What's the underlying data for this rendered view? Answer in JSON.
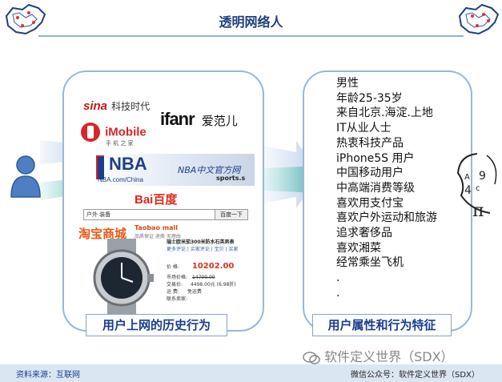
{
  "title": "透明网络人",
  "left_caption": "用户上网的历史行为",
  "right_caption": "用户属性和行为特征",
  "attributes": [
    "男性",
    "年龄25-35岁",
    "来自北京.海淀.上地",
    "IT从业人士",
    "热衷科技产品",
    "iPhone5S 用户",
    "中国移动用户",
    "中高端消费等级",
    "喜欢用支付宝",
    "喜欢户外运动和旅游",
    "追求奢侈品",
    "喜欢湘菜",
    "经常乘坐飞机",
    ".",
    "."
  ],
  "websites": {
    "sina_logo": "sina",
    "sina_text": "科技时代",
    "imobile_logo": "iMobile",
    "imobile_sub": "手 机 之 家",
    "ifanr_logo": "ifanr",
    "ifanr_text": "爱范儿",
    "nba_logo": "NBA",
    "nba_url": "NBA.com/China",
    "nba_site_name": "NBA中文官方网",
    "nba_site_url": "sports.s",
    "baidu_logo": "Bai百度",
    "baidu_search_value": "户外 装备",
    "baidu_search_button": "百度一下",
    "taobao_logo": "淘宝商城",
    "taobao_mall": "Taobao mall",
    "taobao_subline": "品质保证 退换 无理由",
    "product_title": "瑞士欧米茄300米防水石英男表",
    "product_link": "更多评论 | 买家评论 | 宝贝 | 买家",
    "price_label": "价 格:",
    "price": "10202.00",
    "market_label": "市场价格:",
    "market_price": "14700.00",
    "trade_label": "交易价:",
    "trade_price": "4498.00元 (6.98折)",
    "freight_label": "运 费:",
    "freight_value": "免运费",
    "contact_label": "联系卖家:"
  },
  "footer": {
    "source": "资料来源：互联网",
    "wechat": "微信公众号：软件定义世界（SDX）",
    "brand": "软件定义世界（SDX）"
  },
  "colors": {
    "accent": "#1a3d91",
    "panel_border": "#9bb7d4",
    "arrow": "#2aa7a0",
    "footer_bg": "#dbe6f3"
  }
}
